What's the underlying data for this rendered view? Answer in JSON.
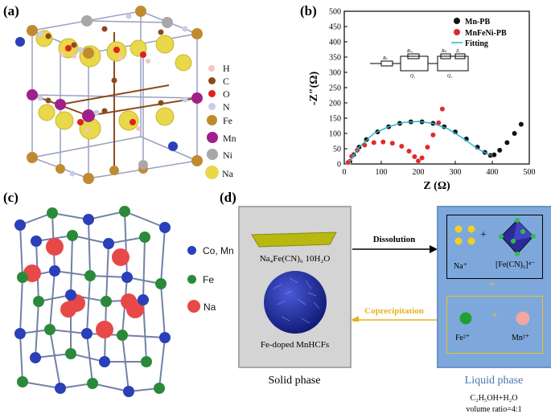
{
  "panels": {
    "a": {
      "label": "(a)",
      "legend": [
        {
          "text": "H",
          "color": "#f4c6c0"
        },
        {
          "text": "C",
          "color": "#8b4a1e"
        },
        {
          "text": "O",
          "color": "#e02020"
        },
        {
          "text": "N",
          "color": "#c8cde8"
        },
        {
          "text": "Fe",
          "color": "#c08a30"
        },
        {
          "text": "Mn",
          "color": "#a0208a"
        },
        {
          "text": "Ni",
          "color": "#a8a8a8"
        },
        {
          "text": "Na",
          "color": "#e8d84a"
        }
      ]
    },
    "b": {
      "label": "(b)"
    },
    "c": {
      "label": "(c)",
      "legend": [
        {
          "text": "Co, Mn",
          "color": "#2a3fb8"
        },
        {
          "text": "Fe",
          "color": "#2a8a3a"
        },
        {
          "text": "Na",
          "color": "#e84848"
        }
      ]
    },
    "d": {
      "label": "(d)",
      "solid_compound": "Na₄Fe(CN)₆ 10H₂O",
      "solid_product": "Fe-doped MnHCFs",
      "arrow_dissolution": "Dissolution",
      "arrow_coprecipitation": "Coprecipitation",
      "ion_na": "Na⁺",
      "ion_fecn": "[Fe(CN)₆]⁴⁻",
      "ion_fe": "Fe²⁺",
      "ion_mn": "Mn²⁺",
      "plus": "+",
      "solid_phase": "Solid phase",
      "liquid_phase": "Liquid phase",
      "solvent": "C₂H₅OH+H₂O",
      "volume_ratio": "volume ratio=4:1"
    }
  },
  "chart_data": {
    "type": "scatter",
    "xlabel": "Z (Ω)",
    "ylabel": "-Z″(Ω)",
    "xlim": [
      0,
      500
    ],
    "ylim": [
      0,
      500
    ],
    "xticks": [
      0,
      100,
      200,
      300,
      400,
      500
    ],
    "yticks": [
      0,
      50,
      100,
      150,
      200,
      250,
      300,
      350,
      400,
      450,
      500
    ],
    "legend_position": "top-right",
    "circuit_labels": [
      "Rₛ",
      "Rₛ₁",
      "Q₁",
      "Rₙ",
      "Q₂",
      "Zᵥ"
    ],
    "series": [
      {
        "name": "Mn-PB",
        "color": "#111111",
        "x": [
          15,
          25,
          40,
          60,
          90,
          120,
          150,
          180,
          210,
          240,
          270,
          300,
          330,
          360,
          380,
          395,
          405,
          420,
          440,
          460,
          478
        ],
        "y": [
          8,
          30,
          55,
          80,
          105,
          122,
          133,
          138,
          138,
          133,
          122,
          105,
          82,
          55,
          38,
          28,
          30,
          45,
          70,
          100,
          130
        ]
      },
      {
        "name": "MnFeNi-PB",
        "color": "#e02a2a",
        "x": [
          10,
          20,
          35,
          55,
          80,
          105,
          130,
          155,
          175,
          190,
          200,
          210,
          225,
          240,
          255,
          265
        ],
        "y": [
          5,
          25,
          45,
          62,
          70,
          72,
          68,
          58,
          42,
          24,
          10,
          20,
          55,
          95,
          135,
          180
        ]
      },
      {
        "name": "Fitting",
        "color": "#2ab8c8",
        "x": [
          15,
          40,
          80,
          120,
          160,
          200,
          240,
          280,
          320,
          360,
          395
        ],
        "y": [
          8,
          55,
          100,
          122,
          136,
          139,
          133,
          115,
          85,
          50,
          28
        ]
      }
    ]
  }
}
